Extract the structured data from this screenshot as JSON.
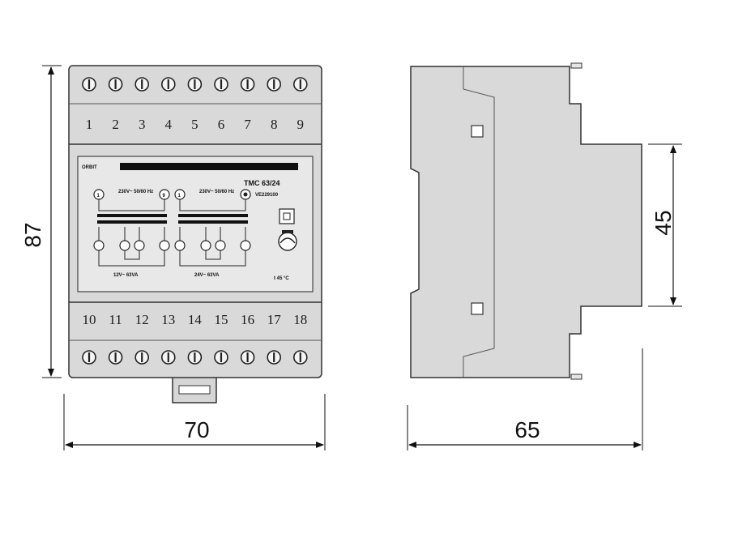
{
  "front_view": {
    "top_terminals": [
      "1",
      "2",
      "3",
      "4",
      "5",
      "6",
      "7",
      "8",
      "9"
    ],
    "bottom_terminals": [
      "10",
      "11",
      "12",
      "13",
      "14",
      "15",
      "16",
      "17",
      "18"
    ],
    "label": {
      "brand": "ORBIT",
      "model": "TMC 63/24",
      "code": "VE229100",
      "left_input": "230V~ 50/60 Hz",
      "right_input": "230V~ 50/60 Hz",
      "left_output": "12V~ 63VA",
      "right_output": "24V~ 63VA",
      "temp": "t 45 °C"
    }
  },
  "dimensions": {
    "height": "87",
    "width": "70",
    "depth": "65",
    "rail": "45"
  }
}
